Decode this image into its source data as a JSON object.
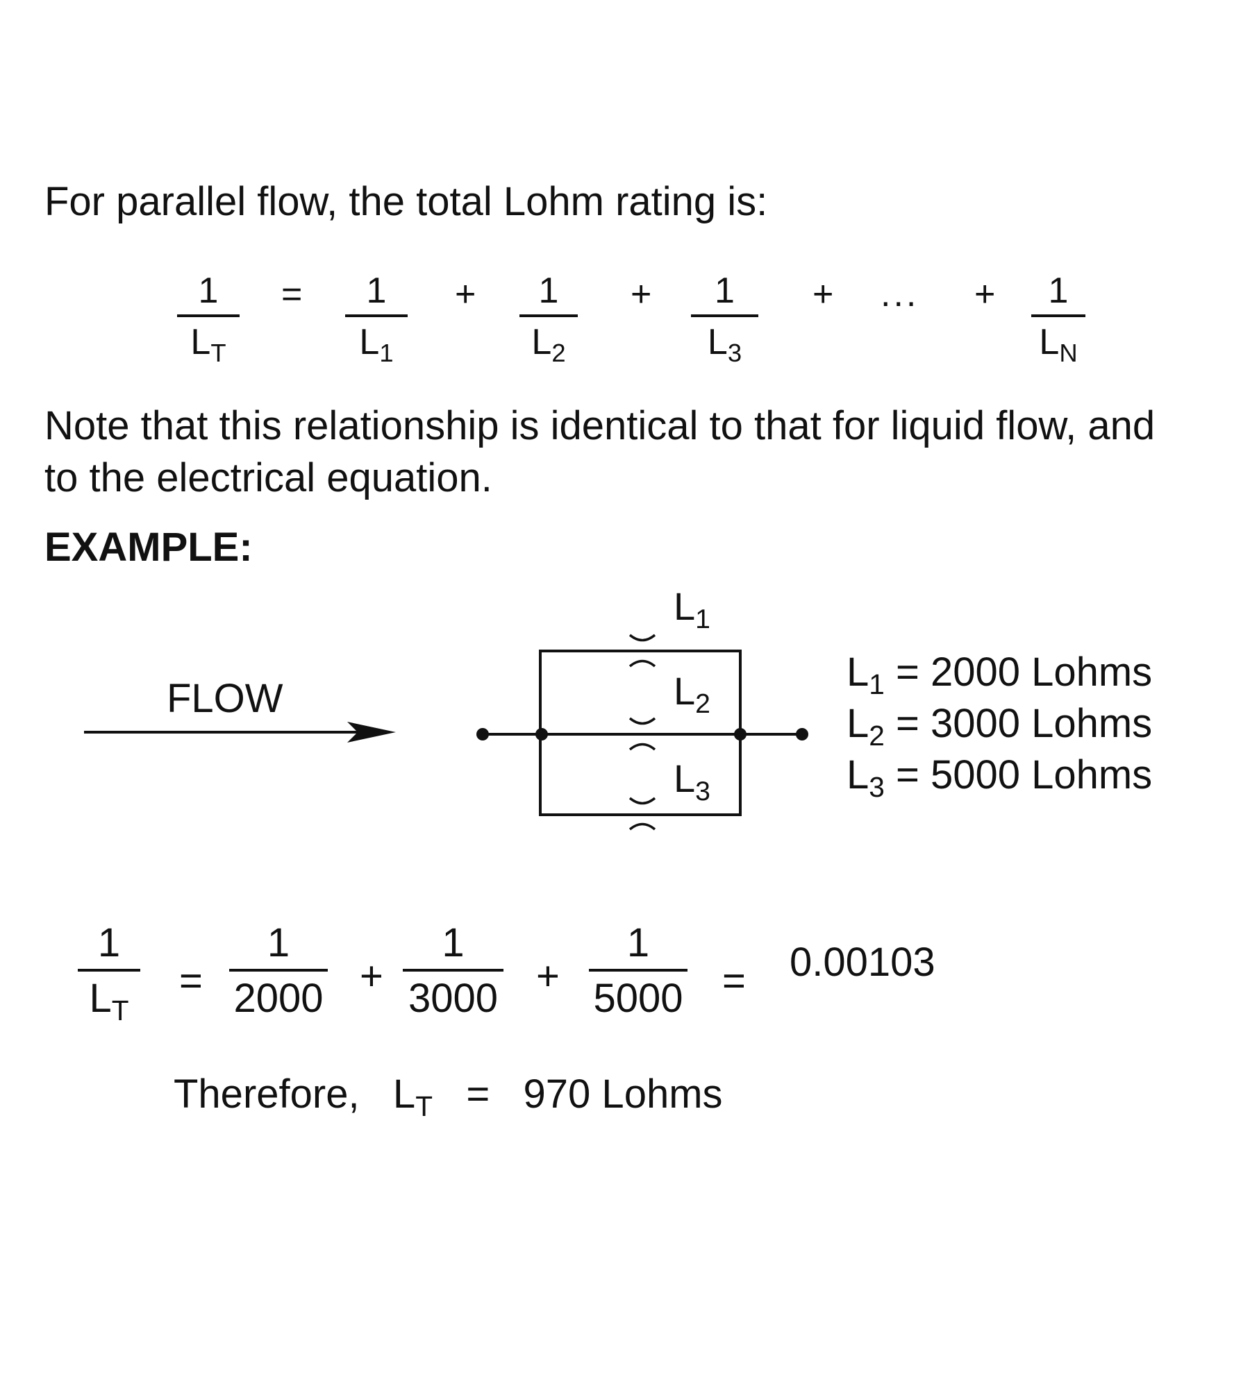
{
  "intro": "For parallel flow, the total Lohm rating is:",
  "general_equation": {
    "lhs": {
      "num": "1",
      "den_base": "L",
      "den_sub": "T"
    },
    "equals": "=",
    "terms": [
      {
        "num": "1",
        "den_base": "L",
        "den_sub": "1"
      },
      {
        "num": "1",
        "den_base": "L",
        "den_sub": "2"
      },
      {
        "num": "1",
        "den_base": "L",
        "den_sub": "3"
      },
      {
        "num": "1",
        "den_base": "L",
        "den_sub": "N"
      }
    ],
    "plus": "+",
    "ellipsis": "..."
  },
  "note_line1": "Note that this relationship is identical to that for liquid flow, and",
  "note_line2": "to the electrical equation.",
  "example_heading": "EXAMPLE:",
  "diagram": {
    "flow_label": "FLOW",
    "branch_labels": [
      {
        "base": "L",
        "sub": "1"
      },
      {
        "base": "L",
        "sub": "2"
      },
      {
        "base": "L",
        "sub": "3"
      }
    ],
    "values": [
      {
        "base": "L",
        "sub": "1",
        "text": "= 2000 Lohms"
      },
      {
        "base": "L",
        "sub": "2",
        "text": "= 3000 Lohms"
      },
      {
        "base": "L",
        "sub": "3",
        "text": "= 5000 Lohms"
      }
    ]
  },
  "example_equation": {
    "lhs": {
      "num": "1",
      "den_base": "L",
      "den_sub": "T"
    },
    "equals": "=",
    "terms": [
      {
        "num": "1",
        "den": "2000"
      },
      {
        "num": "1",
        "den": "3000"
      },
      {
        "num": "1",
        "den": "5000"
      }
    ],
    "plus": "+",
    "result": "0.00103"
  },
  "conclusion": {
    "prefix": "Therefore,",
    "base": "L",
    "sub": "T",
    "equals": "=",
    "value": "970 Lohms"
  }
}
